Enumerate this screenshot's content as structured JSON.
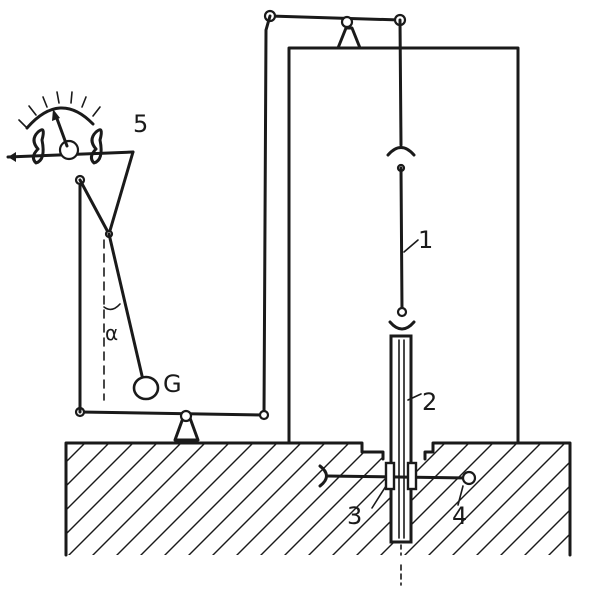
{
  "labels": {
    "rod": "1",
    "sleeve": "2",
    "clamp": "3",
    "screw": "4",
    "indicator": "5",
    "weight": "G",
    "angle": "α"
  },
  "colors": {
    "ink": "#1a1a1a",
    "paper": "#ffffff"
  }
}
